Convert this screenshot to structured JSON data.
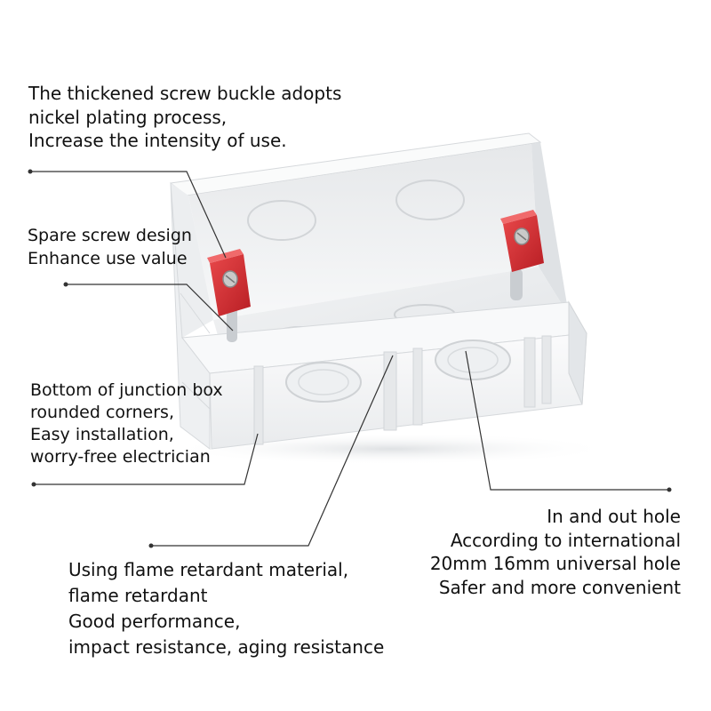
{
  "callouts": {
    "screw_buckle": {
      "lines": [
        "The thickened screw buckle adopts",
        "nickel plating process,",
        "Increase the intensity of use."
      ]
    },
    "spare_screw": {
      "lines": [
        "Spare screw design",
        "Enhance use value"
      ]
    },
    "bottom_corners": {
      "lines": [
        "Bottom of junction box",
        "rounded corners,",
        "Easy installation,",
        "worry-free electrician"
      ]
    },
    "in_out_hole": {
      "lines": [
        "In and out hole",
        "According to international",
        "20mm 16mm universal hole",
        "Safer and more convenient"
      ]
    },
    "flame_retardant": {
      "lines": [
        "Using flame retardant material,",
        "flame retardant",
        "Good performance,",
        "impact resistance, aging resistance"
      ]
    }
  },
  "colors": {
    "box_body": "#f4f5f6",
    "box_shadow": "#d9dcdf",
    "screw_bracket": "#d42a2e",
    "leader_line": "#333333"
  },
  "icons": [
    "junction-box-illustration",
    "screw-bracket-icon"
  ]
}
